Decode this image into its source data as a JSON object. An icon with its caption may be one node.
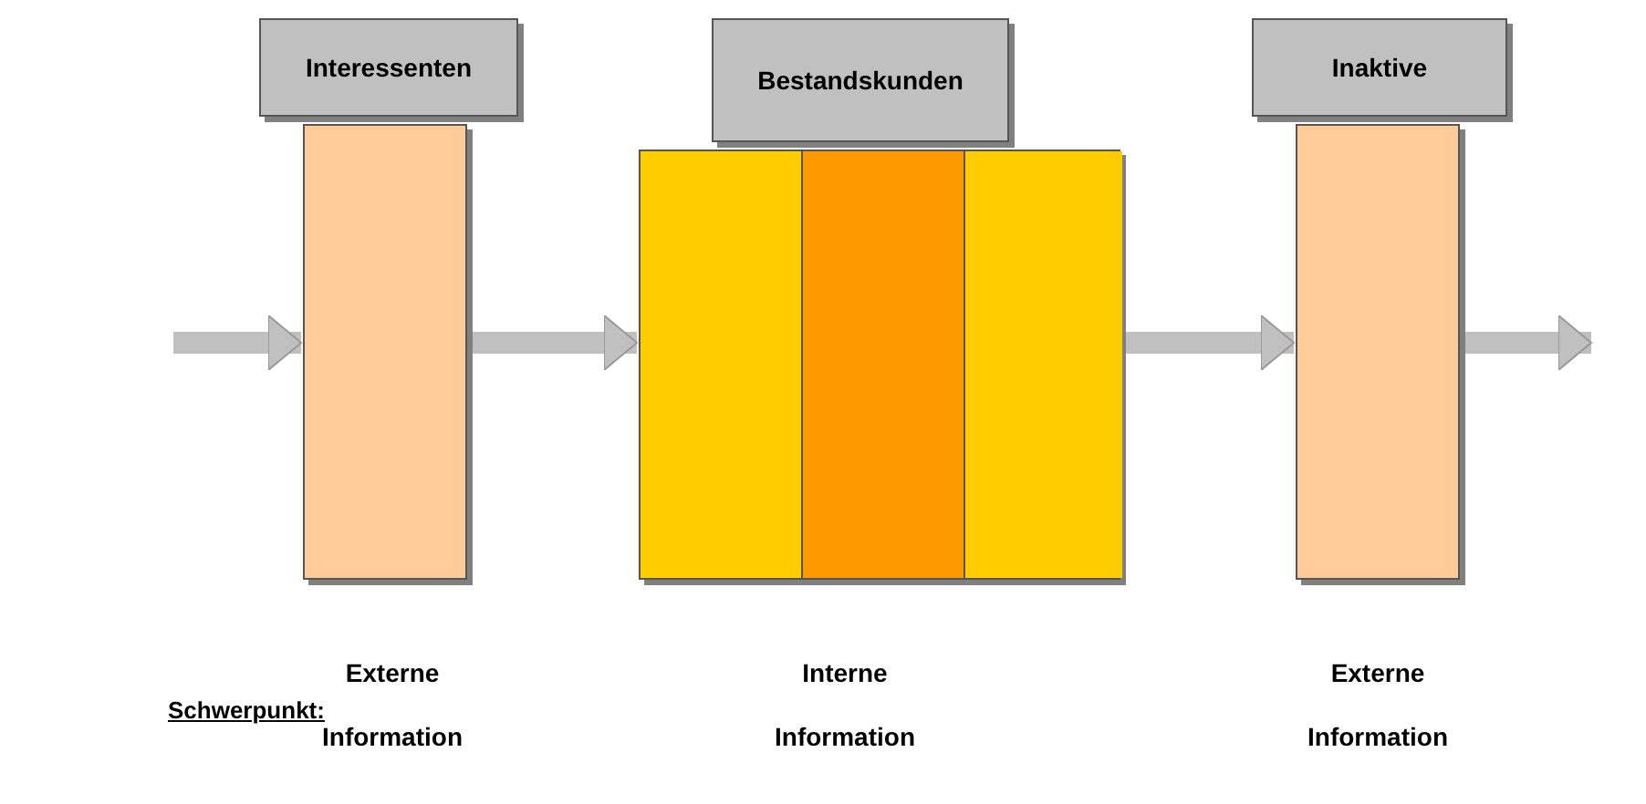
{
  "diagram": {
    "nodes": [
      {
        "text": [
          "Interessenten"
        ]
      },
      {
        "text": [],
        "shape": "bar"
      },
      {
        "text": [
          "Bestandskunden"
        ]
      },
      {
        "text": [],
        "shape": "box"
      },
      {
        "text": [],
        "shape": "bar",
        "in": 3
      },
      {
        "text": [],
        "shape": "bar",
        "in": 3
      },
      {
        "text": [],
        "shape": "bar",
        "in": 3
      },
      {
        "text": [
          "Inaktive"
        ]
      },
      {
        "text": [],
        "shape": "bar"
      }
    ],
    "edges": [
      {
        "from": null,
        "to": 1,
        "arrow": "to"
      },
      {
        "from": 1,
        "to": 3,
        "arrow": "to"
      },
      {
        "from": 3,
        "to": 8,
        "arrow": "to"
      },
      {
        "from": 8,
        "to": null,
        "arrow": "to"
      }
    ],
    "labels": [
      "Schwerpunkt:",
      "Externe Information",
      "Interne Information",
      "Externe Information"
    ]
  }
}
